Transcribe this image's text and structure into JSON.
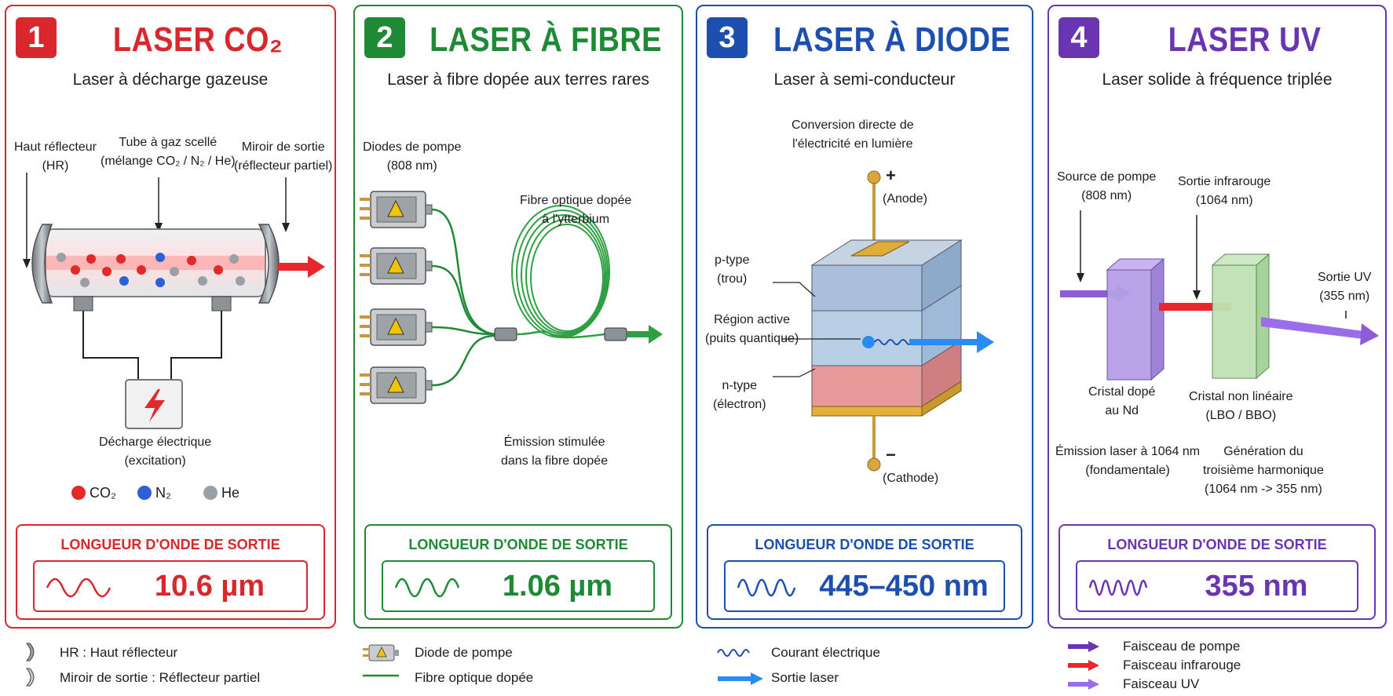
{
  "panels": [
    {
      "number": "1",
      "title": "LASER CO₂",
      "subtitle": "Laser à décharge gazeuse",
      "accent": "#d9272e",
      "labels": {
        "hr": [
          "Haut réflecteur",
          "(HR)"
        ],
        "tube": [
          "Tube à gaz scellé",
          "(mélange CO₂ / N₂ / He)"
        ],
        "output_mirror": [
          "Miroir de sortie",
          "(réflecteur partiel)"
        ],
        "discharge": [
          "Décharge électrique",
          "(excitation)"
        ]
      },
      "gas_legend": [
        "CO₂",
        "N₂",
        "He"
      ],
      "wavelength_title": "LONGUEUR D'ONDE DE SORTIE",
      "wavelength_value": "10.6 µm"
    },
    {
      "number": "2",
      "title": "LASER À FIBRE",
      "subtitle": "Laser à fibre dopée aux terres rares",
      "accent": "#1f8a36",
      "labels": {
        "pump_diodes": [
          "Diodes de pompe",
          "(808 nm)"
        ],
        "fiber": [
          "Fibre optique dopée",
          "à l'ytterbium"
        ],
        "emission": [
          "Émission stimulée",
          "dans la fibre dopée"
        ]
      },
      "wavelength_title": "LONGUEUR D'ONDE DE SORTIE",
      "wavelength_value": "1.06 µm"
    },
    {
      "number": "3",
      "title": "LASER À DIODE",
      "subtitle": "Laser à semi-conducteur",
      "accent": "#1d4fb0",
      "labels": {
        "conversion": [
          "Conversion directe de",
          "l'électricité en lumière"
        ],
        "plus": "+",
        "anode": "(Anode)",
        "ptype": [
          "p-type",
          "(trou)"
        ],
        "active": [
          "Région active",
          "(puits quantique)"
        ],
        "ntype": [
          "n-type",
          "(électron)"
        ],
        "minus": "−",
        "cathode": "(Cathode)"
      },
      "wavelength_title": "LONGUEUR D'ONDE DE SORTIE",
      "wavelength_value": "445–450 nm"
    },
    {
      "number": "4",
      "title": "LASER UV",
      "subtitle": "Laser solide à fréquence triplée",
      "accent": "#6a35b0",
      "labels": {
        "pump_source": [
          "Source de pompe",
          "(808 nm)"
        ],
        "ir_output": [
          "Sortie infrarouge",
          "(1064 nm)"
        ],
        "uv_output": [
          "Sortie UV",
          "(355 nm)"
        ],
        "nd_crystal": [
          "Cristal dopé",
          "au Nd"
        ],
        "nl_crystal": [
          "Cristal non linéaire",
          "(LBO / BBO)"
        ],
        "emission_1064": [
          "Émission laser à 1064 nm",
          "(fondamentale)"
        ],
        "thg": [
          "Génération du",
          "troisième harmonique",
          "(1064 nm -> 355 nm)"
        ]
      },
      "wavelength_title": "LONGUEUR D'ONDE DE SORTIE",
      "wavelength_value": "355 nm"
    }
  ],
  "legends": {
    "co2": [
      "HR : Haut réflecteur",
      "Miroir de sortie : Réflecteur partiel"
    ],
    "fiber": [
      "Diode de pompe",
      "Fibre optique dopée"
    ],
    "diode": [
      "Courant électrique",
      "Sortie laser"
    ],
    "uv": [
      "Faisceau de pompe",
      "Faisceau infrarouge",
      "Faisceau UV"
    ]
  }
}
